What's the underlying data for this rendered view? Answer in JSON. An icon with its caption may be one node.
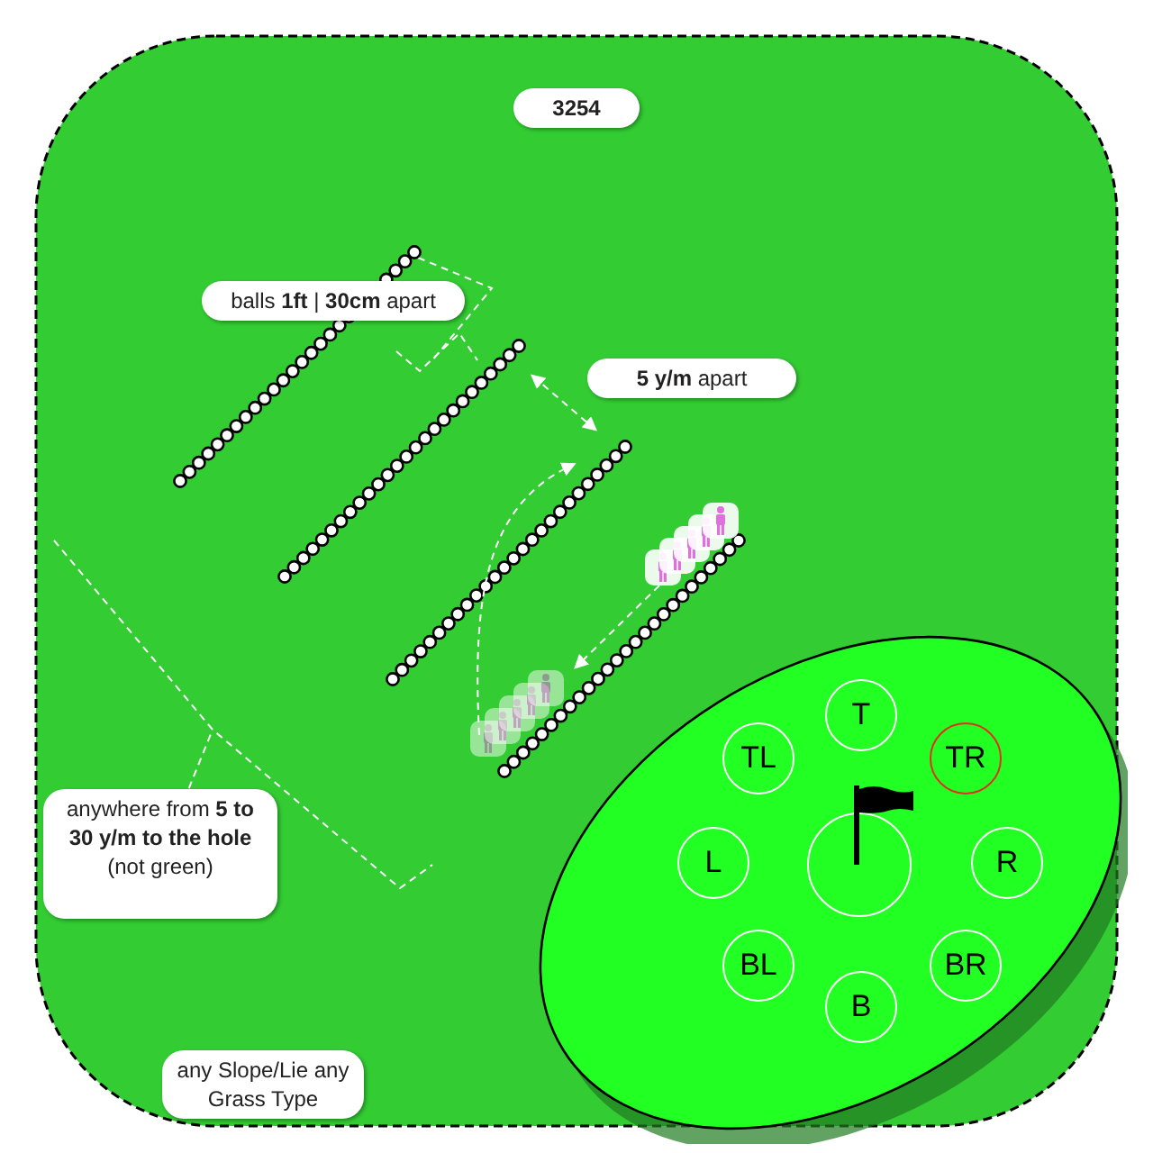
{
  "diagram": {
    "nodes": [
      {
        "text": [
          "3254"
        ]
      },
      {
        "text": [
          "balls **1ft** | **30cm** apart"
        ]
      },
      {
        "text": [
          "**5 y/m** apart"
        ]
      },
      {
        "text": [
          "anywhere from **5 to 30 y/m** **to the hole** (not green)"
        ]
      },
      {
        "text": [
          "any Slope/Lie any Grass Type"
        ]
      },
      {
        "text": [],
        "shape": "ellipse"
      },
      {
        "text": [
          "T"
        ],
        "in": 5
      },
      {
        "text": [
          "TL"
        ],
        "in": 5
      },
      {
        "text": [
          "TR"
        ],
        "in": 5
      },
      {
        "text": [
          "L"
        ],
        "in": 5
      },
      {
        "text": [],
        "shape": "circle",
        "in": 5
      },
      {
        "text": [
          "R"
        ],
        "in": 5
      },
      {
        "text": [
          "BL"
        ],
        "in": 5
      },
      {
        "text": [
          "BR"
        ],
        "in": 5
      },
      {
        "text": [
          "B"
        ],
        "in": 5
      }
    ],
    "edges": []
  }
}
